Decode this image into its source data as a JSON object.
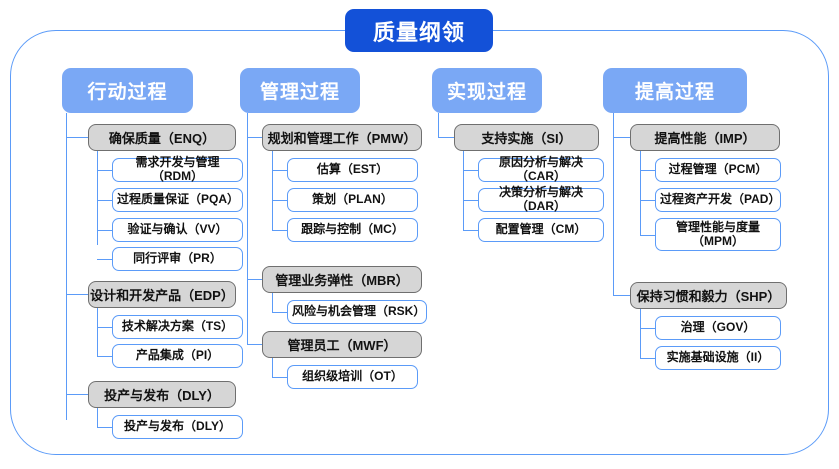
{
  "title": "质量纲领",
  "columns": [
    {
      "header": "行动过程",
      "groups": [
        {
          "label": "确保质量（ENQ）",
          "items": [
            "需求开发与管理（RDM）",
            "过程质量保证（PQA）",
            "验证与确认（VV）",
            "同行评审（PR）"
          ]
        },
        {
          "label": "设计和开发产品（EDP）",
          "items": [
            "技术解决方案（TS）",
            "产品集成（PI）"
          ]
        },
        {
          "label": "投产与发布（DLY）",
          "items": [
            "投产与发布（DLY）"
          ]
        }
      ]
    },
    {
      "header": "管理过程",
      "groups": [
        {
          "label": "规划和管理工作（PMW）",
          "items": [
            "估算（EST）",
            "策划（PLAN）",
            "跟踪与控制（MC）"
          ]
        },
        {
          "label": "管理业务弹性（MBR）",
          "items": [
            "风险与机会管理（RSK）"
          ]
        },
        {
          "label": "管理员工（MWF）",
          "items": [
            "组织级培训（OT）"
          ]
        }
      ]
    },
    {
      "header": "实现过程",
      "groups": [
        {
          "label": "支持实施（SI）",
          "items": [
            "原因分析与解决（CAR）",
            "决策分析与解决（DAR）",
            "配置管理（CM）"
          ]
        }
      ]
    },
    {
      "header": "提高过程",
      "groups": [
        {
          "label": "提高性能（IMP）",
          "items": [
            "过程管理（PCM）",
            "过程资产开发（PAD）",
            "管理性能与度量\n（MPM）"
          ]
        },
        {
          "label": "保持习惯和毅力（SHP）",
          "items": [
            "治理（GOV）",
            "实施基础设施（II）"
          ]
        }
      ]
    }
  ],
  "colors": {
    "title_bg": "#1351d8",
    "header_bg": "#7aa8f5",
    "group_bg": "#d6d6d6",
    "group_border": "#6f6f6f",
    "leaf_border": "#5b9bf8",
    "frame_border": "#5b9bf8"
  }
}
